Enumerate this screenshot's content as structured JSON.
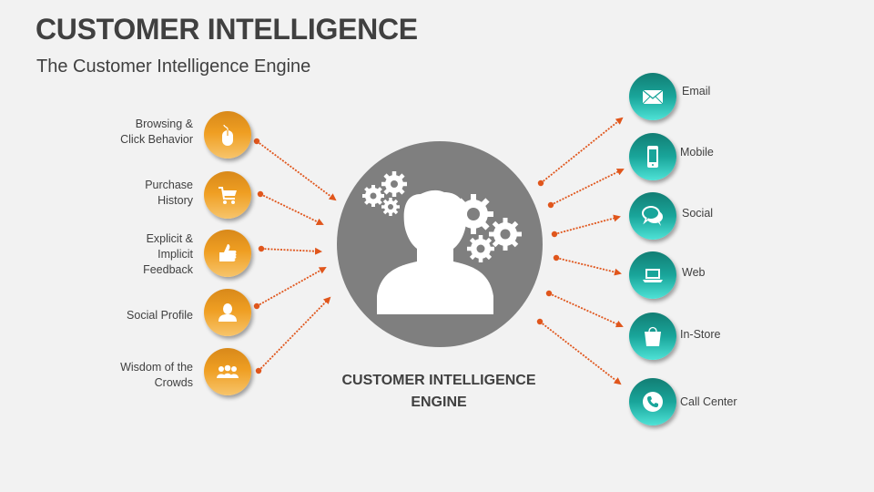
{
  "header": {
    "title": "CUSTOMER INTELLIGENCE",
    "subtitle": "The Customer Intelligence Engine"
  },
  "center": {
    "label_line1": "CUSTOMER INTELLIGENCE",
    "label_line2": "ENGINE",
    "icon": "person-with-gears-icon",
    "color": "#7f7f7f"
  },
  "inputs": [
    {
      "line1": "Browsing &",
      "line2": "Click Behavior",
      "line3": "",
      "icon": "mouse-icon"
    },
    {
      "line1": "Purchase",
      "line2": "History",
      "line3": "",
      "icon": "shopping-cart-icon"
    },
    {
      "line1": "Explicit &",
      "line2": "Implicit",
      "line3": "Feedback",
      "icon": "thumbs-up-icon"
    },
    {
      "line1": "Social Profile",
      "line2": "",
      "line3": "",
      "icon": "user-icon"
    },
    {
      "line1": "Wisdom of the",
      "line2": "Crowds",
      "line3": "",
      "icon": "group-icon"
    }
  ],
  "outputs": [
    {
      "label": "Email",
      "icon": "envelope-icon"
    },
    {
      "label": "Mobile",
      "icon": "mobile-phone-icon"
    },
    {
      "label": "Social",
      "icon": "chat-bubbles-icon"
    },
    {
      "label": "Web",
      "icon": "laptop-icon"
    },
    {
      "label": "In-Store",
      "icon": "shopping-bag-icon"
    },
    {
      "label": "Call Center",
      "icon": "phone-icon"
    }
  ],
  "colors": {
    "input_accent": "#ef9e22",
    "output_accent": "#19a59a",
    "arrow": "#e0561c",
    "text": "#404040"
  }
}
